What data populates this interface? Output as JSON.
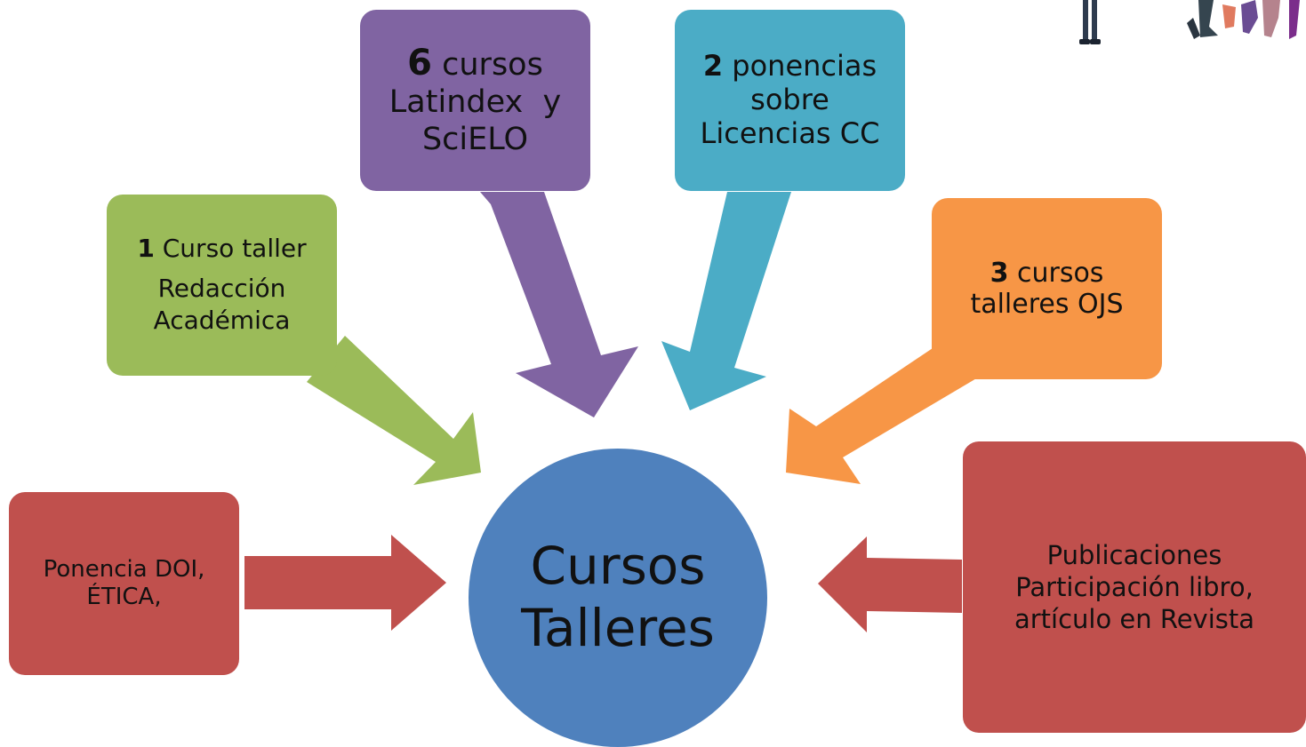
{
  "center": {
    "line1": "Cursos",
    "line2": "Talleres"
  },
  "nodes": {
    "latindex": {
      "num": "6",
      "line1": " cursos",
      "line2": "Latindex  y",
      "line3": "SciELO"
    },
    "licencias": {
      "num": "2",
      "line1": " ponencias",
      "line2": "sobre",
      "line3": "Licencias CC"
    },
    "redaccion": {
      "num": "1",
      "line1": " Curso taller",
      "line2": "Redacción",
      "line3": "Académica"
    },
    "ojs": {
      "num": "3",
      "line1": " cursos",
      "line2": "talleres OJS"
    },
    "doi": {
      "line1": "Ponencia DOI,",
      "line2": "ÉTICA,"
    },
    "publicaciones": {
      "line1": "Publicaciones",
      "line2": "Participación libro,",
      "line3": "artículo en Revista"
    }
  },
  "colors": {
    "center": "#4f81bd",
    "green": "#9bbb59",
    "purple": "#8064a2",
    "teal": "#4bacc6",
    "orange": "#f79646",
    "red": "#c0504d"
  }
}
